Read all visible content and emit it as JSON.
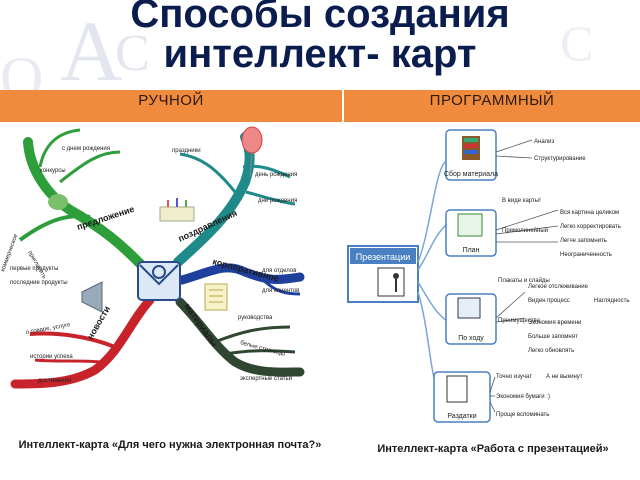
{
  "title": "Способы создания\nинтеллект- карт",
  "columns": {
    "left_header": "РУЧНОЙ",
    "right_header": "ПРОГРАММНЫЙ"
  },
  "colors": {
    "header_bg": "#f08a3c",
    "title": "#0b1d4f",
    "branch_green": "#2e9e3a",
    "branch_blue": "#1f3f9c",
    "branch_red": "#c8232a",
    "branch_dark": "#2f4630",
    "branch_teal": "#1f8a8a",
    "software_blue": "#4a7fc1"
  },
  "manual_map": {
    "center_icon": "email-icon",
    "branches": [
      {
        "label": "предложение",
        "sub": [
          "пригласить",
          "конкурсы",
          "с днем рождения",
          "коммерческое"
        ]
      },
      {
        "label": "поздравления",
        "sub": [
          "праздники",
          "день рождения",
          "дни рождения"
        ]
      },
      {
        "label": "корпоративное",
        "sub": [
          "для отделов",
          "для клиентов"
        ]
      },
      {
        "label": "новости",
        "sub": [
          "о товаре, услуге",
          "истории успеха",
          "достижения"
        ]
      },
      {
        "label": "материалы",
        "sub": [
          "руководства",
          "белые страницы",
          "экспертные статьи"
        ]
      }
    ],
    "extra_labels": [
      "первые продукты",
      "последние продукты"
    ]
  },
  "software_map": {
    "center": "Презентации",
    "nodes": [
      {
        "label": "Сбор материала",
        "items": [
          "Анализ",
          "Структурирование"
        ]
      },
      {
        "label": "План",
        "items": [
          "В виде карты!",
          "Прямолинейный",
          "Вся картина целиком",
          "Легко корректировать",
          "Легче запомнить",
          "Неограниченность"
        ]
      },
      {
        "label": "По ходу",
        "items": [
          "Плакаты и слайды",
          "Преимущества",
          "Легкое отслеживание",
          "Виден процесс",
          "Наглядность",
          "Экономия времени",
          "Больше запомнят",
          "Легко обновлять"
        ]
      },
      {
        "label": "Раздатки",
        "items": [
          "Точно изучат",
          "А не выкинут",
          "Экономия бумаги :)",
          "Проще вспоминать"
        ]
      }
    ]
  },
  "captions": {
    "left": "Интеллект-карта «Для чего нужна электронная почта?»",
    "right": "Интеллект-карта «Работа с презентацией»"
  }
}
